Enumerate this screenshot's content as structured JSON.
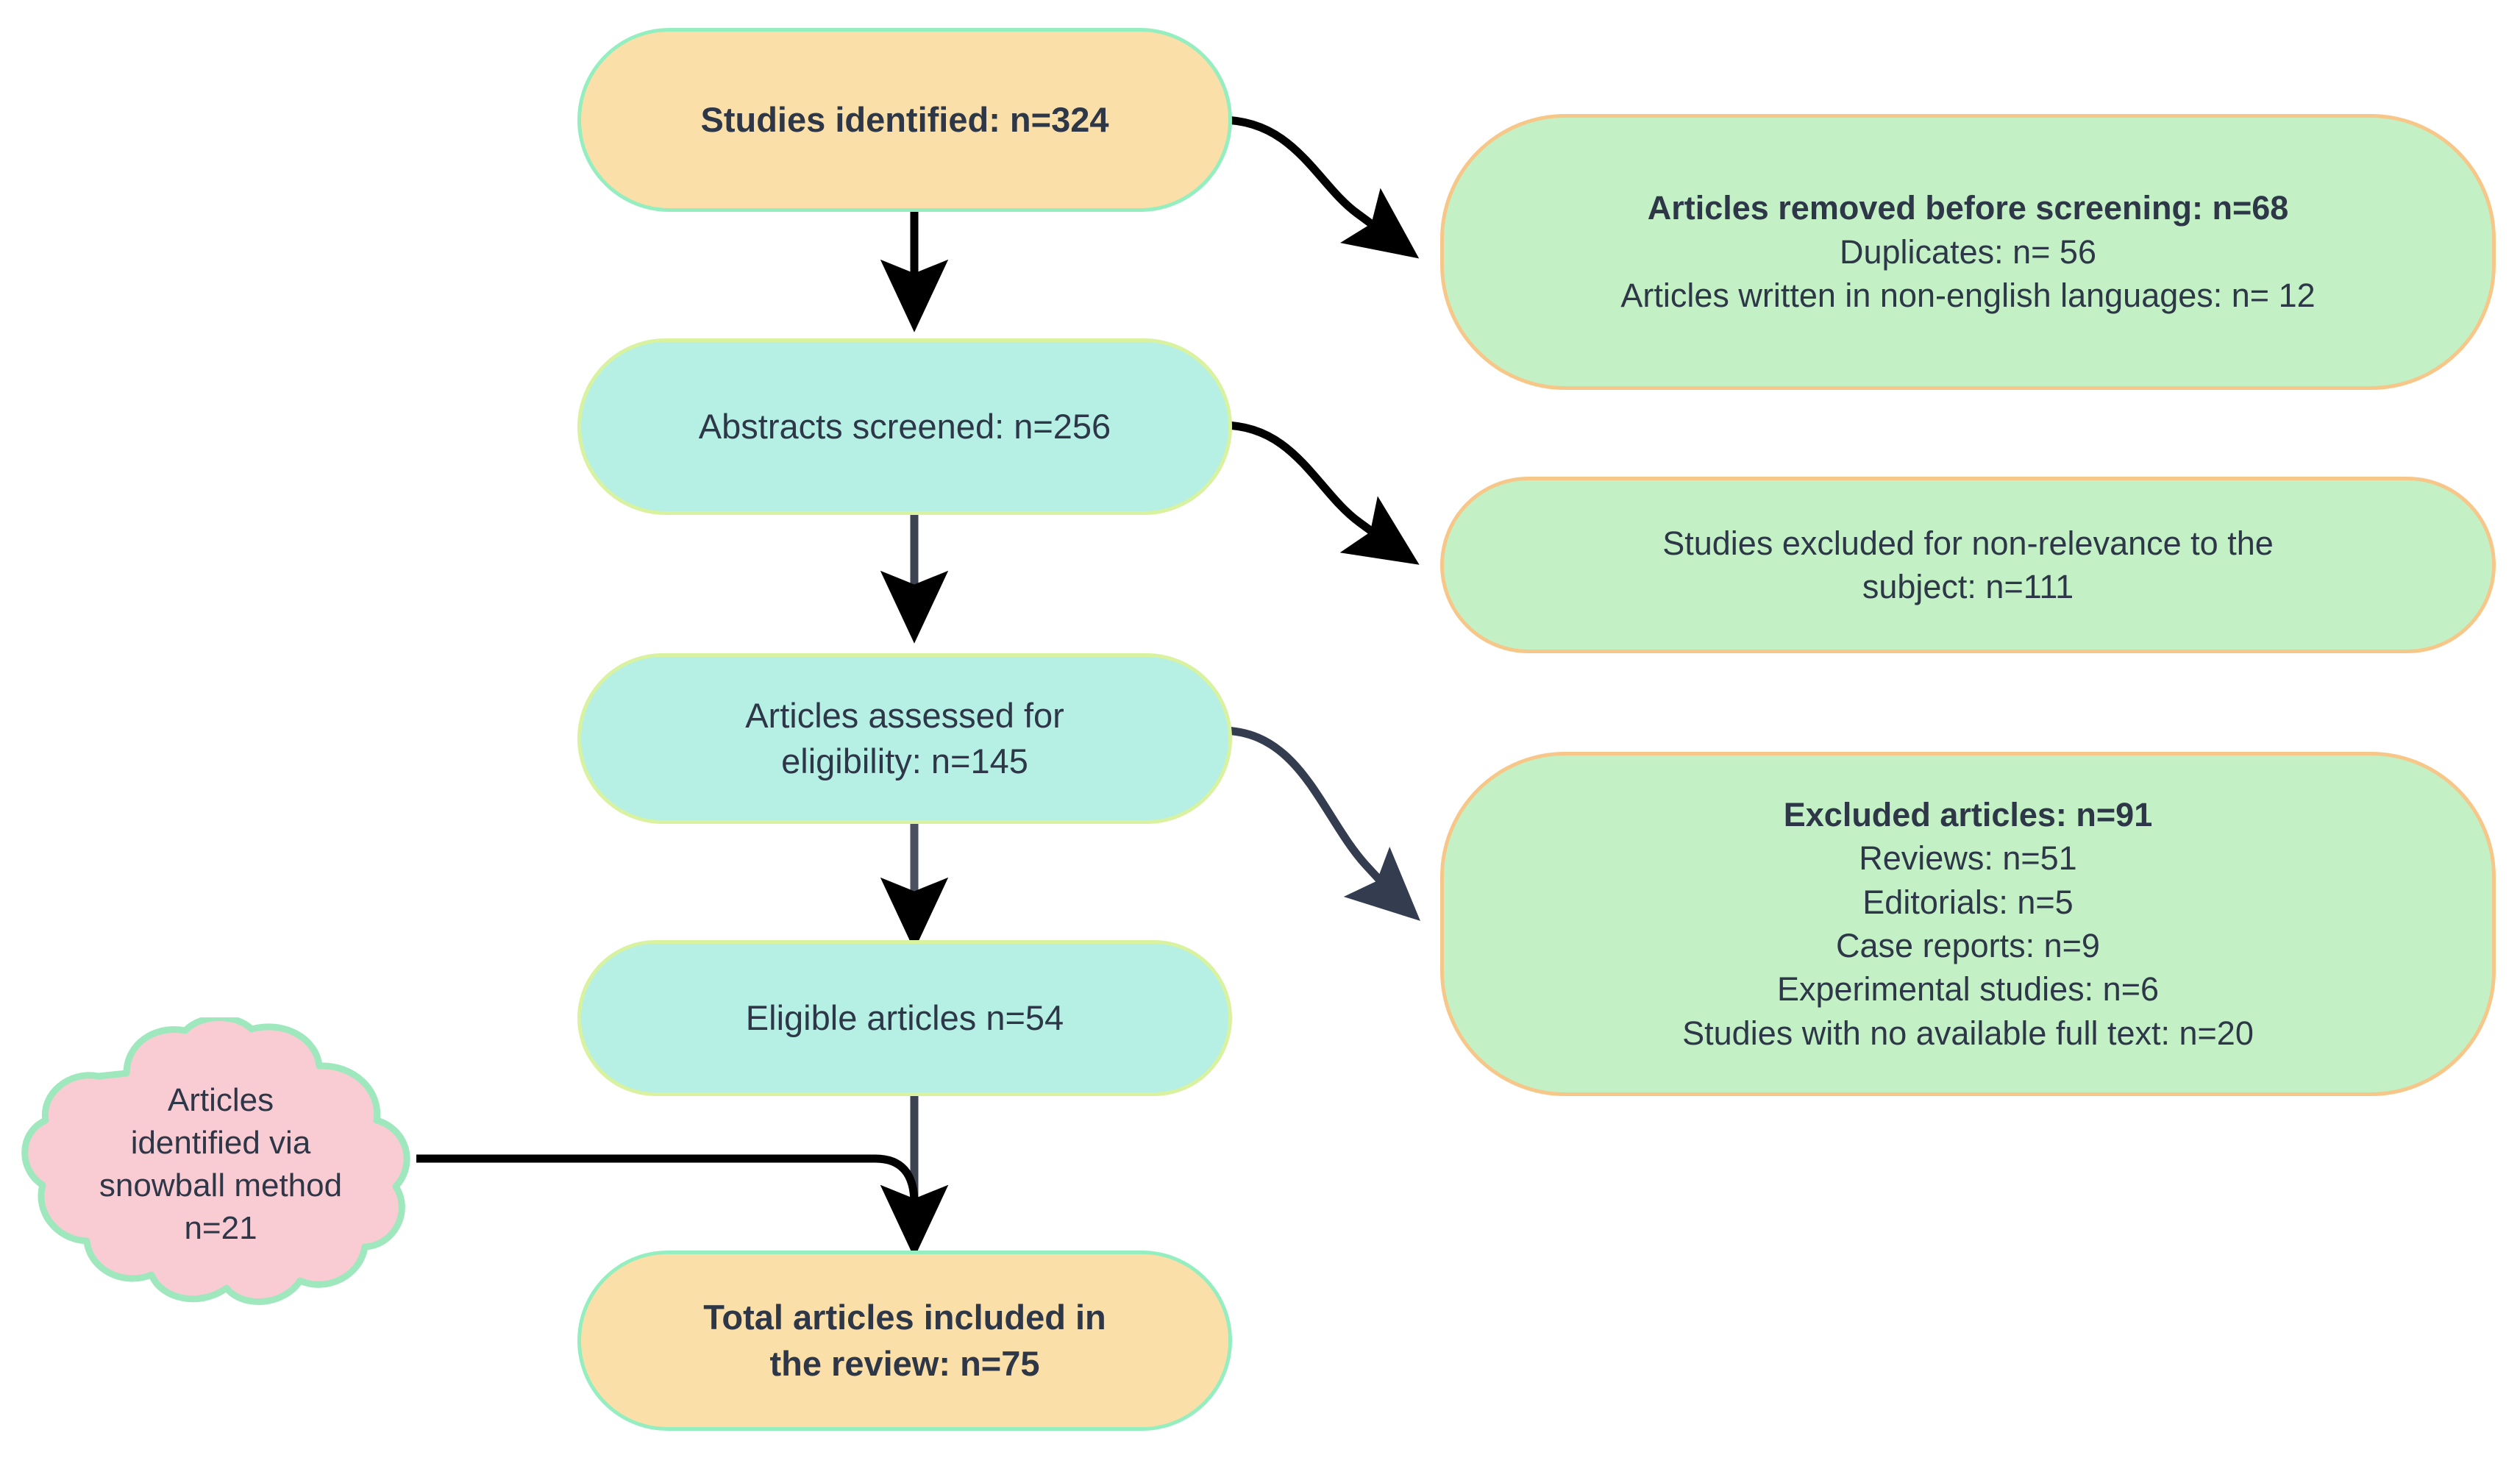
{
  "diagram": {
    "title": "PRISMA study selection flow diagram",
    "colors": {
      "orange_fill": "#fbdfa8",
      "orange_border": "#95eec0",
      "teal_fill": "#b6f0e4",
      "teal_border": "#d8f2a0",
      "green_fill": "#c3f0c4",
      "green_border": "#f7c78a",
      "cloud_fill": "#f9ccd3",
      "cloud_border": "#95eec0",
      "arrow_black": "#000000",
      "arrow_slate": "#333d4f",
      "text": "#2d3748",
      "background": "#ffffff"
    }
  },
  "nodes": {
    "identified": {
      "label": "Studies identified: n=324",
      "count": 324,
      "shape": "pill",
      "style": "orange"
    },
    "screened": {
      "label": "Abstracts screened: n=256",
      "count": 256,
      "shape": "pill",
      "style": "teal"
    },
    "assessed": {
      "label": "Articles assessed for\neligibility: n=145",
      "count": 145,
      "shape": "pill",
      "style": "teal"
    },
    "eligible": {
      "label": "Eligible articles n=54",
      "count": 54,
      "shape": "pill",
      "style": "teal"
    },
    "included": {
      "label": "Total articles included in\nthe review: n=75",
      "count": 75,
      "shape": "pill",
      "style": "orange"
    },
    "snowball": {
      "label": "Articles\nidentified via\nsnowball method\nn=21",
      "count": 21,
      "shape": "cloud",
      "style": "pink"
    },
    "removed_before_screening": {
      "heading": "Articles removed before screening: n=68",
      "count": 68,
      "lines": [
        "Duplicates: n= 56",
        "Articles written in non-english languages: n= 12"
      ],
      "shape": "rounded",
      "style": "green"
    },
    "excluded_nonrelevance": {
      "heading": "",
      "count": 111,
      "lines": [
        "Studies excluded for non-relevance to the",
        "subject: n=111"
      ],
      "shape": "rounded",
      "style": "green"
    },
    "excluded_articles": {
      "heading": "Excluded articles: n=91",
      "count": 91,
      "lines": [
        "Reviews: n=51",
        "Editorials: n=5",
        "Case reports: n=9",
        "Experimental studies: n=6",
        "Studies with no available full text: n=20"
      ],
      "shape": "rounded",
      "style": "green"
    }
  },
  "edges": [
    {
      "from": "identified",
      "to": "screened",
      "kind": "vertical-arrow"
    },
    {
      "from": "identified",
      "to": "removed_before_screening",
      "kind": "curved-arrow"
    },
    {
      "from": "screened",
      "to": "assessed",
      "kind": "vertical-arrow"
    },
    {
      "from": "screened",
      "to": "excluded_nonrelevance",
      "kind": "curved-arrow"
    },
    {
      "from": "assessed",
      "to": "eligible",
      "kind": "vertical-arrow"
    },
    {
      "from": "assessed",
      "to": "excluded_articles",
      "kind": "curved-arrow"
    },
    {
      "from": "eligible",
      "to": "included",
      "kind": "vertical-arrow"
    },
    {
      "from": "snowball",
      "to": "included",
      "kind": "elbow-arrow"
    }
  ]
}
